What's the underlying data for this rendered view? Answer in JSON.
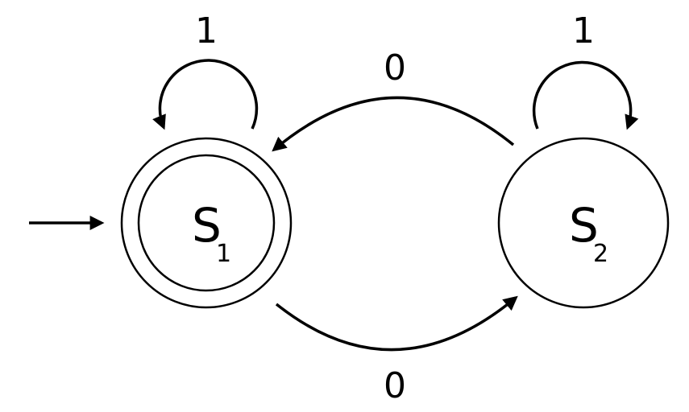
{
  "diagram": {
    "type": "finite-state-machine",
    "states": [
      {
        "id": "S1",
        "name": "S",
        "subscript": "1",
        "accepting": true,
        "initial": true
      },
      {
        "id": "S2",
        "name": "S",
        "subscript": "2",
        "accepting": false,
        "initial": false
      }
    ],
    "transitions": [
      {
        "from": "S1",
        "to": "S1",
        "label": "1"
      },
      {
        "from": "S2",
        "to": "S2",
        "label": "1"
      },
      {
        "from": "S2",
        "to": "S1",
        "label": "0"
      },
      {
        "from": "S1",
        "to": "S2",
        "label": "0"
      }
    ],
    "colors": {
      "stroke": "#000000",
      "background": "#ffffff"
    }
  }
}
